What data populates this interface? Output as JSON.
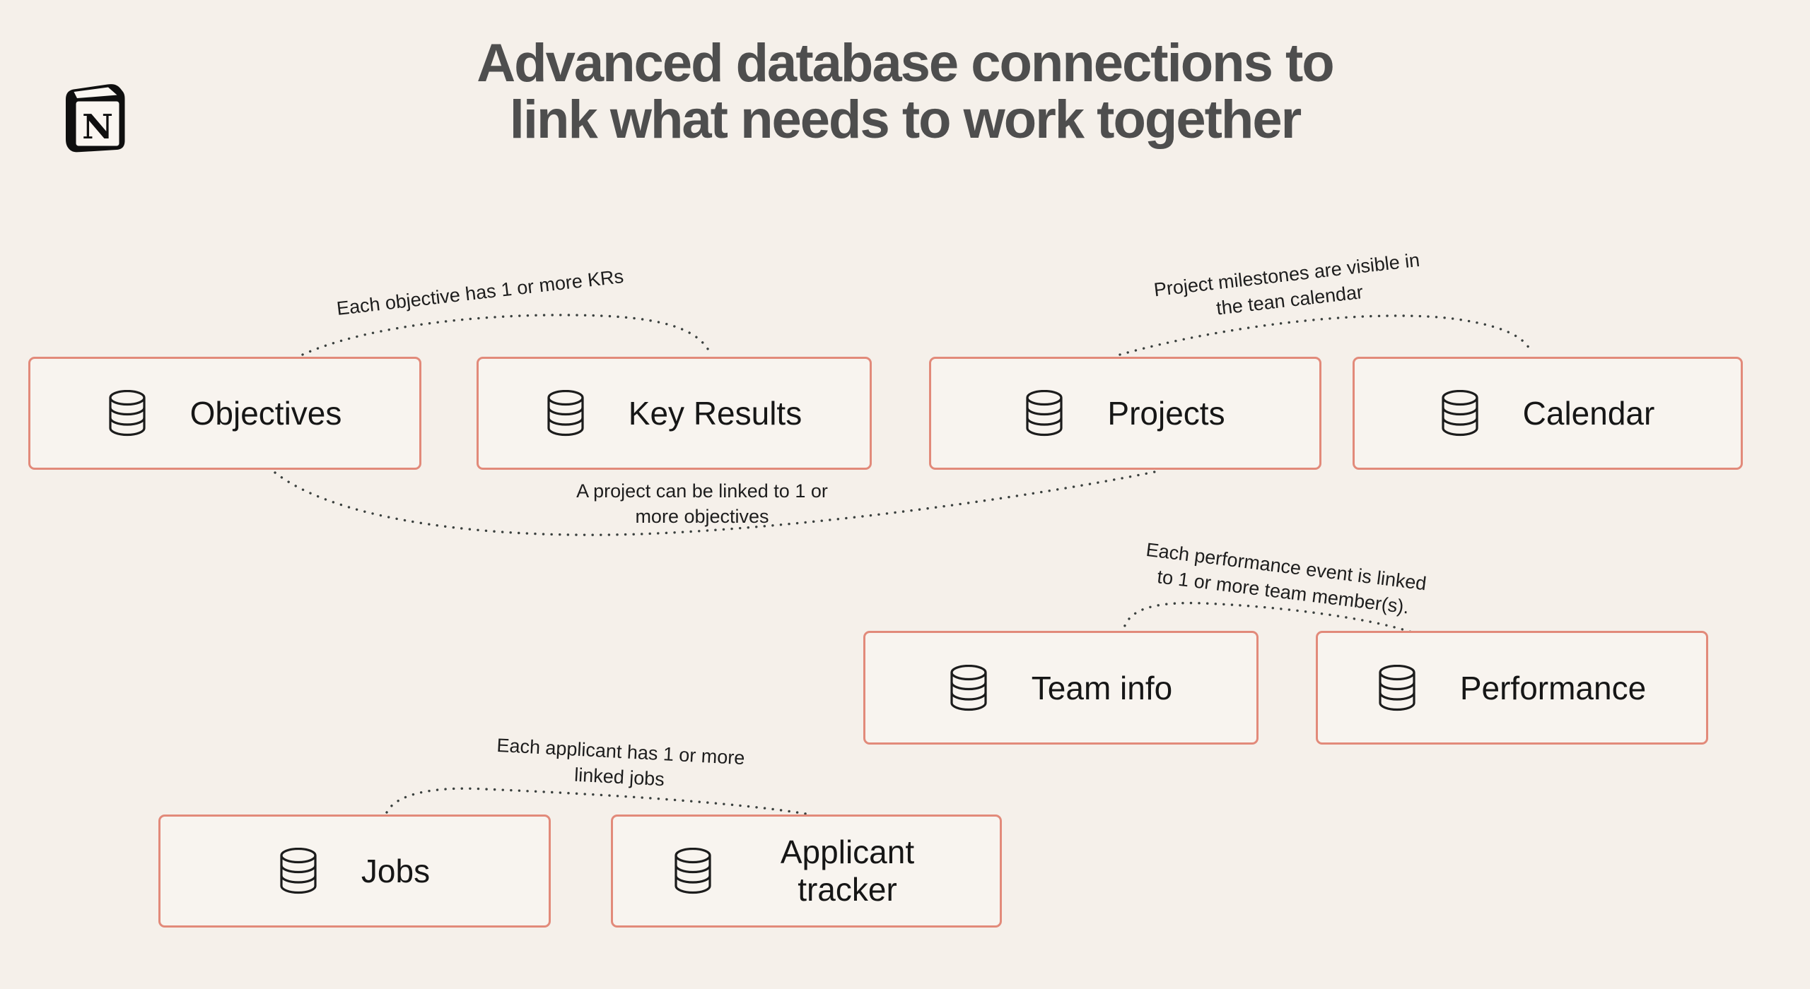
{
  "header": {
    "title_line1": "Advanced database connections to",
    "title_line2": "link what needs to work together"
  },
  "logo": {
    "name": "Notion",
    "letter": "N"
  },
  "boxes": [
    {
      "id": "objectives",
      "label": "Objectives",
      "icon": "database-icon"
    },
    {
      "id": "key-results",
      "label": "Key Results",
      "icon": "database-icon"
    },
    {
      "id": "projects",
      "label": "Projects",
      "icon": "database-icon"
    },
    {
      "id": "calendar",
      "label": "Calendar",
      "icon": "database-icon"
    },
    {
      "id": "team-info",
      "label": "Team info",
      "icon": "database-icon"
    },
    {
      "id": "performance",
      "label": "Performance",
      "icon": "database-icon"
    },
    {
      "id": "jobs",
      "label": "Jobs",
      "icon": "database-icon"
    },
    {
      "id": "applicant-tracker",
      "label": "Applicant tracker",
      "icon": "database-icon"
    }
  ],
  "annotations": [
    {
      "line1": "Each objective has 1 or more KRs",
      "line2": ""
    },
    {
      "line1": "Project milestones are visible in",
      "line2": "the tean calendar"
    },
    {
      "line1": "A project can be linked to 1 or",
      "line2": "more objectives"
    },
    {
      "line1": "Each performance event is linked",
      "line2": "to 1 or more team member(s)."
    },
    {
      "line1": "Each applicant has 1 or more",
      "line2": "linked jobs"
    }
  ],
  "colors": {
    "background": "#f5f0ea",
    "box_fill": "#f8f4ef",
    "box_border": "#e28a7a",
    "title_text": "#4e4e4e",
    "body_text": "#1d1d1d",
    "dotted_line": "#3a403e",
    "logo_black": "#0f0f0f"
  }
}
